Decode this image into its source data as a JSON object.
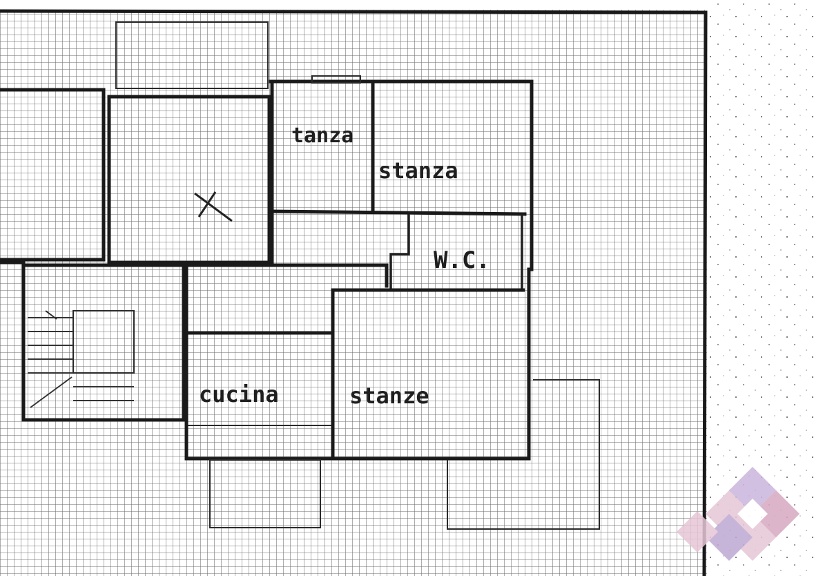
{
  "plan": {
    "background_color": "#ffffff",
    "ink_color": "#1f1f1f",
    "grid_color": "#6b6b6b",
    "rooms": [
      {
        "id": "room-top-left",
        "label": "tanza"
      },
      {
        "id": "room-top-right",
        "label": "stanza"
      },
      {
        "id": "room-wc",
        "label": "W.C."
      },
      {
        "id": "room-kitchen",
        "label": "cucina"
      },
      {
        "id": "room-bottom-right",
        "label": "stanze"
      }
    ],
    "marks": {
      "cross": "X"
    },
    "logo": {
      "colors": [
        "#e6c6d6",
        "#c9b6dc",
        "#d7a9c2",
        "#bda9d3"
      ],
      "icon": "diamond-logo-icon"
    }
  }
}
